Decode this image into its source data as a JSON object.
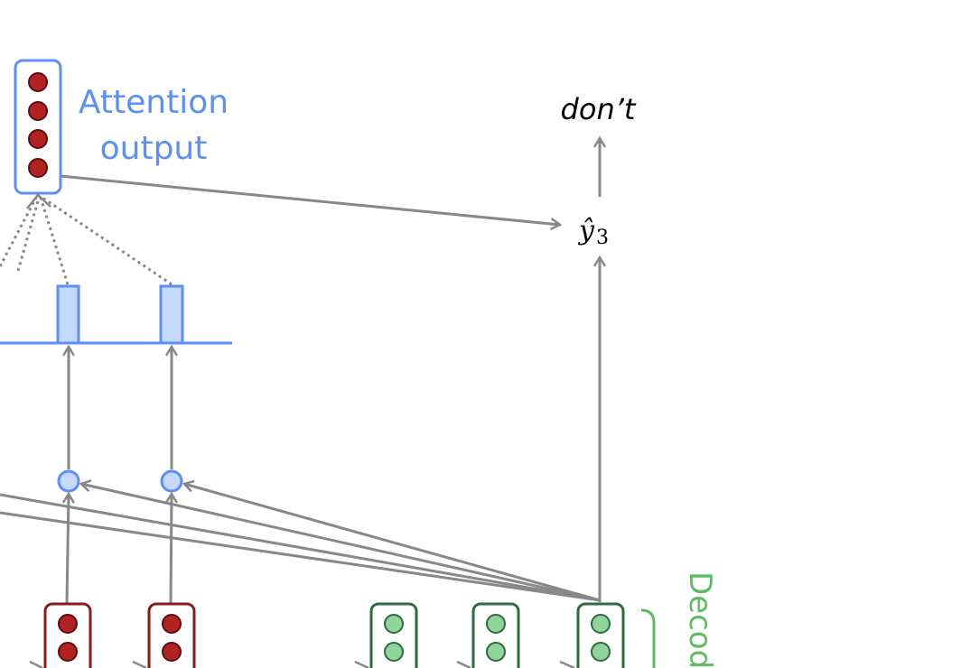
{
  "attention_output_label": {
    "line1": "Attention",
    "line2": "output"
  },
  "output_word": "don’t",
  "y_hat": {
    "base": "ŷ",
    "subscript": "3"
  },
  "decoder_label": "Decoder",
  "colors": {
    "arrow_gray": "#888888",
    "attention_blue": "#5b8ff9",
    "attention_fill": "#c6d8fb",
    "encoder_border": "#8b1a1a",
    "encoder_node": "#b22222",
    "decoder_border": "#2e6b3f",
    "decoder_node": "#8fd49a",
    "decoder_label_green": "#5dbb63"
  }
}
